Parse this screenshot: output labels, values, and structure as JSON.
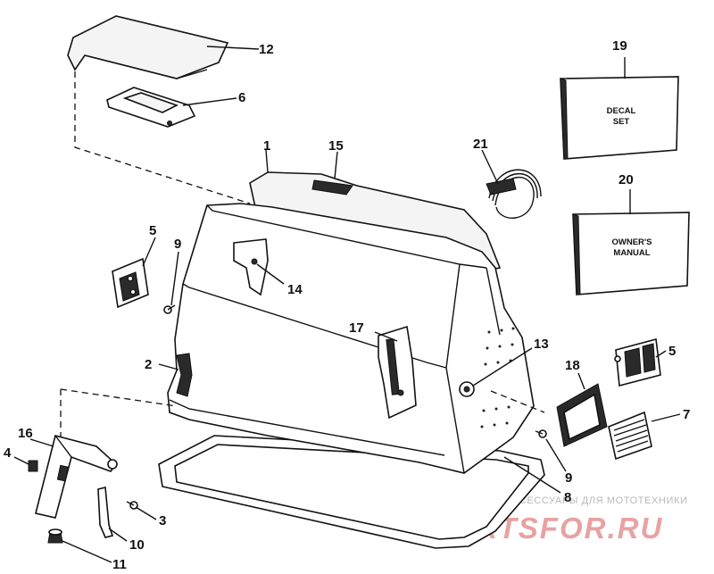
{
  "callouts": {
    "c1": "1",
    "c2": "2",
    "c3": "3",
    "c4": "4",
    "c5a": "5",
    "c5b": "5",
    "c6": "6",
    "c7": "7",
    "c8": "8",
    "c9a": "9",
    "c9b": "9",
    "c10": "10",
    "c11": "11",
    "c12": "12",
    "c13": "13",
    "c14": "14",
    "c15": "15",
    "c16": "16",
    "c17": "17",
    "c18": "18",
    "c19": "19",
    "c20": "20",
    "c21": "21"
  },
  "decal_box": {
    "line1": "DECAL",
    "line2": "SET"
  },
  "manual_box": {
    "line1": "OWNER'S",
    "line2": "MANUAL"
  },
  "watermark": {
    "small": "ЗАПЧАСТИ И АКСЕССУАРЫ ДЛЯ МОТОТЕХНИКИ",
    "big": "PARTSFOR.RU"
  }
}
